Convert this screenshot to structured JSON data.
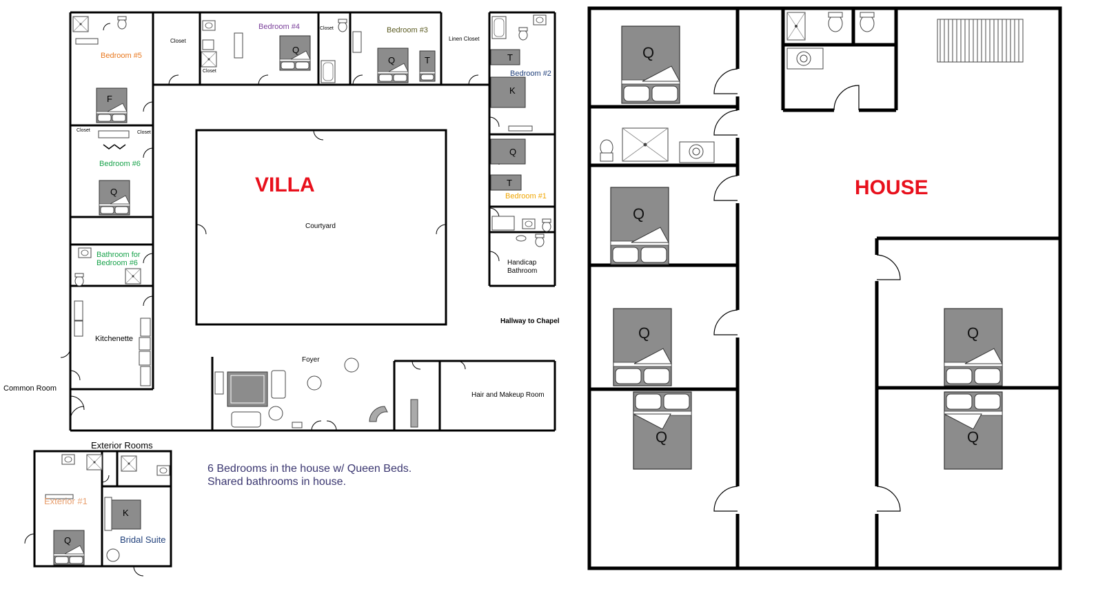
{
  "villa": {
    "title": "VILLA",
    "title_color": "#e8101c",
    "rooms": {
      "bedroom5": "Bedroom #5",
      "bedroom6": "Bedroom #6",
      "bedroom4": "Bedroom #4",
      "bedroom3": "Bedroom #3",
      "bedroom2": "Bedroom #2",
      "bedroom1": "Bedroom #1",
      "closet_top": "Closet",
      "closet_left1": "Closet",
      "closet_left2": "Closet",
      "closet_b4a": "Closet",
      "closet_b4b": "Closet",
      "linen_closet": "Linen Closet",
      "bath_b6_line1": "Bathroom for",
      "bath_b6_line2": "Bedroom #6",
      "kitchenette": "Kitchenette",
      "common_room": "Common Room",
      "courtyard": "Courtyard",
      "handicap_line1": "Handicap",
      "handicap_line2": "Bathroom",
      "hallway": "Hallway to Chapel",
      "foyer": "Foyer",
      "hair_makeup": "Hair and Makeup Room"
    },
    "room_colors": {
      "bedroom5": "#e8781e",
      "bedroom6": "#17a24a",
      "bedroom4": "#7a3f9a",
      "bedroom3": "#5a5a20",
      "bedroom2": "#1f3f7a",
      "bedroom1": "#f0a500",
      "bath_b6": "#17a24a"
    },
    "beds": {
      "b5": "F",
      "b6": "Q",
      "b4": "Q",
      "b3_main": "Q",
      "b3_twin": "T",
      "b2_twin": "T",
      "b2_king": "K",
      "b1_queen": "Q",
      "b1_twin": "T"
    }
  },
  "exterior": {
    "heading": "Exterior Rooms",
    "exterior1": "Exterior #1",
    "exterior1_color": "#e8a070",
    "bridal_suite": "Bridal Suite",
    "bridal_color": "#1f3f7a",
    "bed_ext1": "Q",
    "bed_bridal": "K"
  },
  "note": {
    "line1": "6 Bedrooms in the house w/ Queen Beds.",
    "line2": "Shared bathrooms in house."
  },
  "house": {
    "title": "HOUSE",
    "title_color": "#e8101c",
    "beds": [
      "Q",
      "Q",
      "Q",
      "Q",
      "Q",
      "Q"
    ]
  },
  "palette": {
    "wall": "#000000",
    "bed_fill": "#8c8c8c",
    "fixture_line": "#555555"
  }
}
